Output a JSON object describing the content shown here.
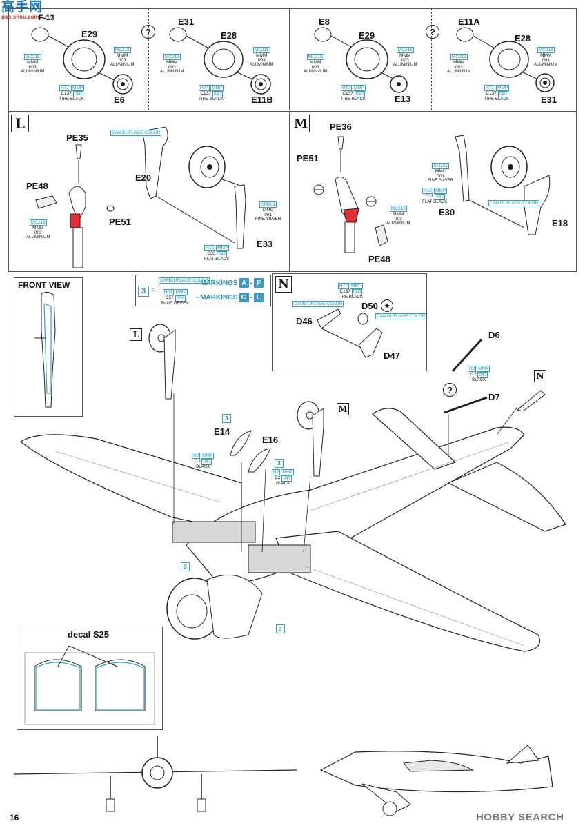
{
  "header": {
    "logo_line1": "高手网",
    "logo_line2": "gao-shou.com",
    "model_code": "F-13",
    "page_number": "16"
  },
  "top_row": [
    {
      "part_a": "E29",
      "part_b": "E6",
      "paint_left": {
        "code1": "MC218",
        "code2": "MMM",
        "code3": "003",
        "name": "ALUMINIUM"
      },
      "paint_right": {
        "code1": "MC218",
        "code2": "MMM",
        "code3": "003",
        "name": "ALUMINIUM"
      },
      "paint_tire": {
        "code1": "H77",
        "code2": "MMP",
        "code3": "C137",
        "code4": "040",
        "name": "TIRE BLACK"
      }
    },
    {
      "part_a": "E31",
      "part_c": "E28",
      "part_b": "E11B",
      "paint_left": {
        "code1": "MC218",
        "code2": "MMM",
        "code3": "003",
        "name": "ALUMINIUM"
      },
      "paint_right": {
        "code1": "MC218",
        "code2": "MMM",
        "code3": "003",
        "name": "ALUMINIUM"
      },
      "paint_tire": {
        "code1": "H77",
        "code2": "MMP",
        "code3": "C137",
        "code4": "040",
        "name": "TIRE BLACK"
      }
    },
    {
      "part_a": "E8",
      "part_c": "E29",
      "part_b": "E13",
      "paint_left": {
        "code1": "MC218",
        "code2": "MMM",
        "code3": "003",
        "name": "ALUMINIUM"
      },
      "paint_right": {
        "code1": "MC218",
        "code2": "MMM",
        "code3": "003",
        "name": "ALUMINIUM"
      },
      "paint_tire": {
        "code1": "H77",
        "code2": "MMP",
        "code3": "C137",
        "code4": "040",
        "name": "TIRE BLACK"
      }
    },
    {
      "part_a": "E11A",
      "part_c": "E28",
      "part_b": "E31",
      "paint_left": {
        "code1": "MC218",
        "code2": "MMM",
        "code3": "003",
        "name": "ALUMINIUM"
      },
      "paint_right": {
        "code1": "MC218",
        "code2": "MMM",
        "code3": "003",
        "name": "ALUMINIUM"
      },
      "paint_tire": {
        "code1": "H77",
        "code2": "MMP",
        "code3": "C137",
        "code4": "040",
        "name": "TIRE BLACK"
      }
    }
  ],
  "question_mark": "?",
  "panel_L": {
    "letter": "L",
    "labels": {
      "pe35": "PE35",
      "pe48": "PE48",
      "pe51": "PE51",
      "e20": "E20",
      "e33": "E33"
    },
    "camo": "CAMOUFLAGE COLOR",
    "paint_alu": {
      "code1": "MC218",
      "code2": "MMM",
      "code3": "003",
      "name": "ALUMINIUM"
    },
    "paint_silver": {
      "code1": "SM201",
      "code2": "MMC",
      "code3": "001",
      "name": "FINE SILVER"
    },
    "paint_black": {
      "code1": "H12",
      "code2": "MMP",
      "code3": "C33",
      "code4": "047",
      "name": "FLAT BLACK"
    }
  },
  "panel_M": {
    "letter": "M",
    "labels": {
      "pe36": "PE36",
      "pe51": "PE51",
      "pe48": "PE48",
      "e30": "E30",
      "e18": "E18"
    },
    "camo": "CAMOUFLAGE COLOR",
    "paint_silver": {
      "code1": "SM201",
      "code2": "MMC",
      "code3": "001",
      "name": "FINE SILVER"
    },
    "paint_black": {
      "code1": "H12",
      "code2": "MMP",
      "code3": "C33",
      "code4": "047",
      "name": "FLAT BLACK"
    },
    "paint_alu": {
      "code1": "MC218",
      "code2": "MMM",
      "code3": "003",
      "name": "ALUMINIUM"
    }
  },
  "front_view": {
    "title": "FRONT VIEW"
  },
  "legend": {
    "ref": "3",
    "eq": "=",
    "camo": "CAMOUFLAGE COLOR",
    "markings1": "- MARKINGS",
    "m1a": "A",
    "m1b": "F",
    "dash": "-",
    "bluegreen": {
      "code1": "H63",
      "code2": "MMP",
      "code3": "C57",
      "code4": "059",
      "name": "BLUE GREEN"
    },
    "markings2": "- MARKINGS",
    "m2a": "G",
    "m2b": "L"
  },
  "panel_N": {
    "letter": "N",
    "labels": {
      "d46": "D46",
      "d50": "D50",
      "d47": "D47"
    },
    "camo": "CAMOUFLAGE COLOR",
    "paint_tire": {
      "code1": "H77",
      "code2": "MMP",
      "code3": "C137",
      "code4": "040",
      "name": "TIRE BLACK"
    }
  },
  "main": {
    "labels": {
      "d6": "D6",
      "d7": "D7",
      "e14": "E14",
      "e16": "E16",
      "L": "L",
      "M": "M",
      "N": "N"
    },
    "paint_black": {
      "code1": "H2",
      "code2": "MMP",
      "code3": "C2",
      "code4": "047",
      "name": "BLACK"
    },
    "ref": "3"
  },
  "decal_inset": {
    "title": "decal S25"
  },
  "watermark": {
    "text": "HOBBY SEARCH"
  }
}
